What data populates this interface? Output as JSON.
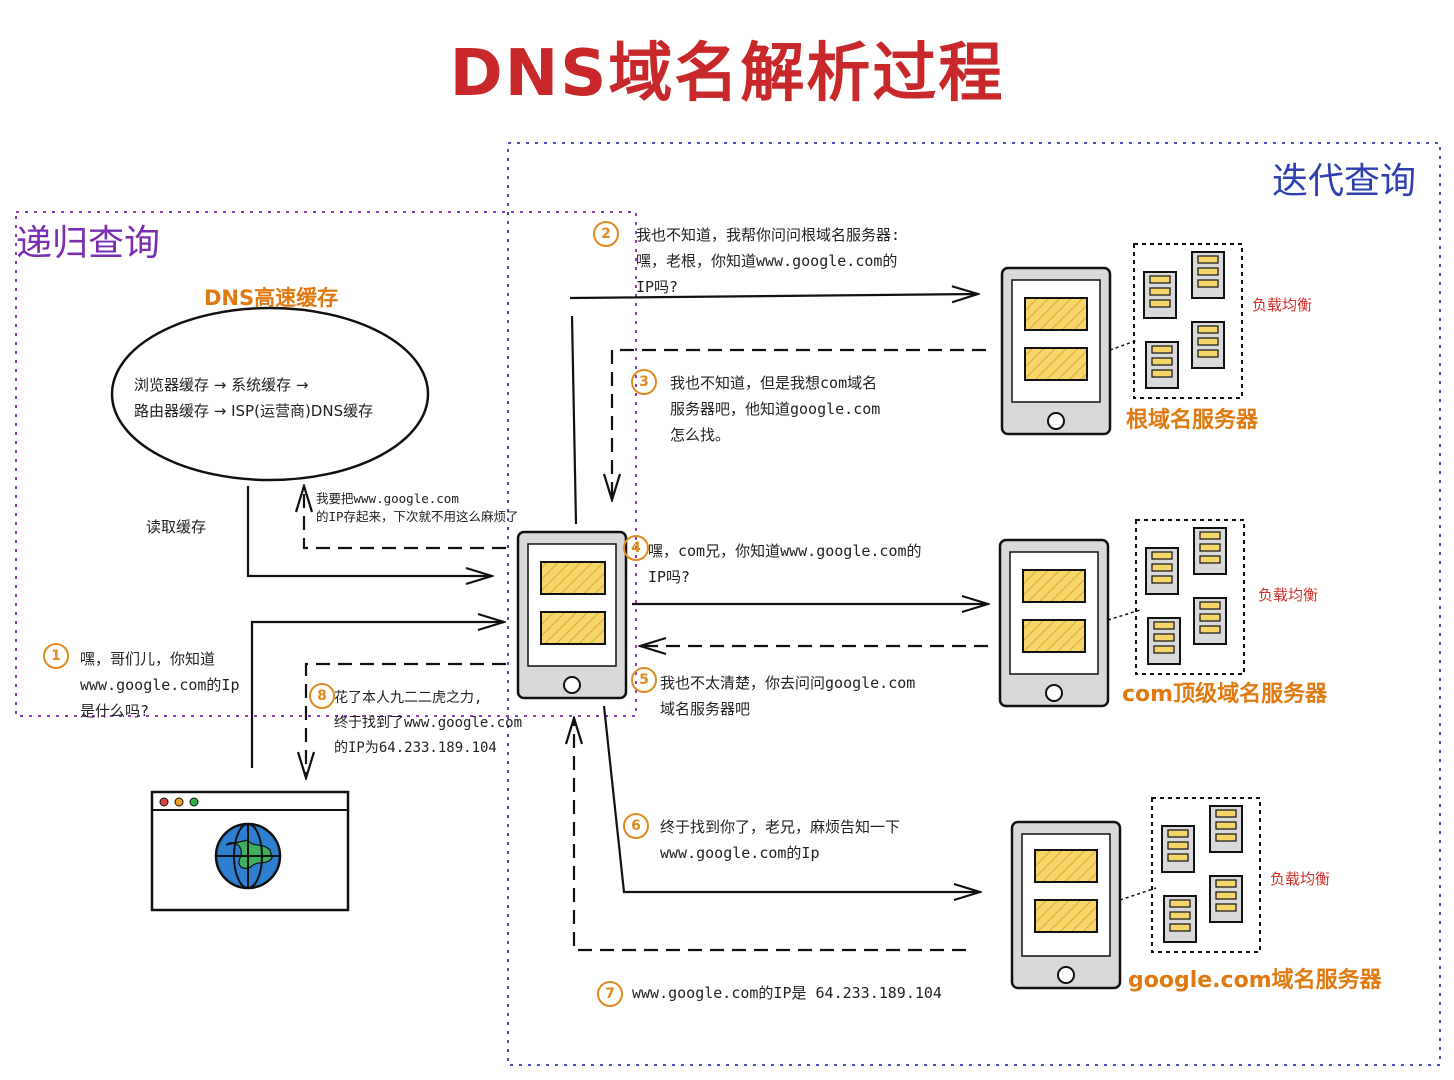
{
  "title": "DNS域名解析过程",
  "regions": {
    "iterative": "迭代查询",
    "recursive": "递归查询"
  },
  "cache": {
    "title": "DNS高速缓存",
    "line1": "浏览器缓存  →  系统缓存  →",
    "line2": "路由器缓存  →  ISP(运营商)DNS缓存"
  },
  "read_cache": "读取缓存",
  "save_cache": [
    "我要把www.google.com",
    "的IP存起来，下次就不用这么麻烦了"
  ],
  "steps": [
    {
      "num": "1",
      "lines": [
        "嘿，哥们儿，你知道",
        "www.google.com的Ip",
        "是什么吗?"
      ]
    },
    {
      "num": "2",
      "lines": [
        "我也不知道，我帮你问问根域名服务器:",
        "嘿，老根，你知道www.google.com的",
        "IP吗?"
      ]
    },
    {
      "num": "3",
      "lines": [
        "我也不知道，但是我想com域名",
        "服务器吧，他知道google.com",
        "怎么找。"
      ]
    },
    {
      "num": "4",
      "lines": [
        "嘿，com兄，你知道www.google.com的",
        "IP吗?"
      ]
    },
    {
      "num": "5",
      "lines": [
        "我也不太清楚，你去问问google.com",
        "域名服务器吧"
      ]
    },
    {
      "num": "6",
      "lines": [
        "终于找到你了，老兄，麻烦告知一下",
        "www.google.com的Ip"
      ]
    },
    {
      "num": "7",
      "lines": [
        "www.google.com的IP是 64.233.189.104"
      ]
    },
    {
      "num": "8",
      "lines": [
        "花了本人九二二虎之力,",
        "终于找到了www.google.com",
        "的IP为64.233.189.104"
      ]
    }
  ],
  "servers": {
    "root": "根域名服务器",
    "com": "com顶级域名服务器",
    "google": "google.com域名服务器"
  },
  "load_balance": "负载均衡",
  "colors": {
    "title": "#c8282a",
    "iterative": "#2f3fb0",
    "recursive": "#7a2fb0",
    "server_label": "#e07a10",
    "load_balance": "#d0302a",
    "screen_fill": "#f6d66a"
  }
}
